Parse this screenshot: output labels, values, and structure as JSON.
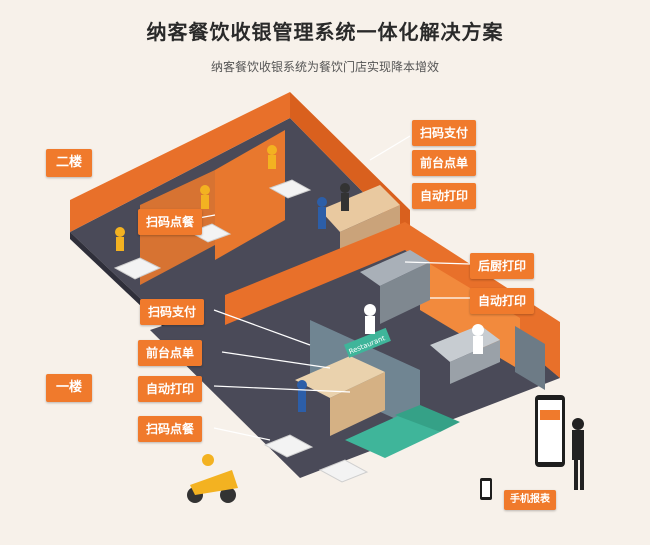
{
  "title": "纳客餐饮收银管理系统一体化解决方案",
  "subtitle": "纳客餐饮收银系统为餐饮门店实现降本增效",
  "floors": {
    "second": "二楼",
    "first": "一楼"
  },
  "labels_top_right": [
    "扫码支付",
    "前台点单",
    "自动打印"
  ],
  "label_second_scan": "扫码点餐",
  "labels_kitchen": [
    "后厨打印",
    "自动打印"
  ],
  "labels_first": [
    "扫码支付",
    "前台点单",
    "自动打印",
    "扫码点餐"
  ],
  "mobile_report": "手机报表",
  "sign_text": "Restaurant",
  "colors": {
    "accent": "#f07a2c",
    "floor": "#4a4a58",
    "wall": "#e8702a",
    "sofa": "#3fb59a"
  }
}
